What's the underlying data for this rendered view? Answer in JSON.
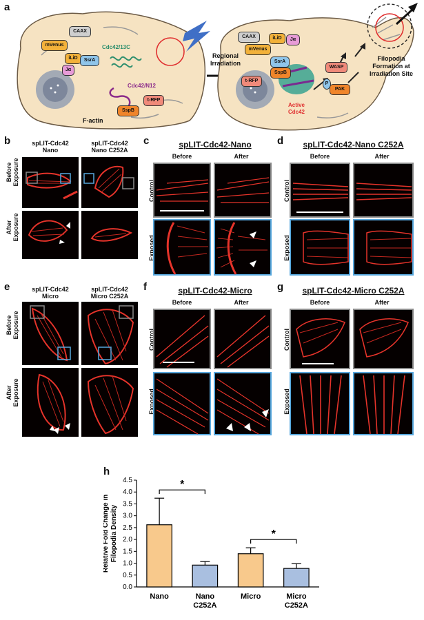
{
  "panels": {
    "a": "a",
    "b": "b",
    "c": "c",
    "d": "d",
    "e": "e",
    "f": "f",
    "g": "g",
    "h": "h"
  },
  "schematic": {
    "left_labels": {
      "caax": "CAAX",
      "mvenus": "mVenus",
      "ilid": "iLiD",
      "ssra": "SsrA",
      "ja": "Jα",
      "cdc42_13c": "Cdc42/13C",
      "cdc42_n12": "Cdc42/N12",
      "trfp": "t-RFP",
      "sspb": "SspB",
      "factin": "F-actin"
    },
    "arrow_label": "Regional\nIrradiation",
    "right_labels": {
      "caax": "CAAX",
      "mvenus": "mVenus",
      "ilid": "iLiD",
      "ja": "Jα",
      "ssra": "SsrA",
      "trfp": "t-RFP",
      "sspb": "SspB",
      "wasp": "WASP",
      "pak": "PAK",
      "p": "P",
      "active": "Active\nCdc42",
      "filopodia": "Filopodia\nFormation at\nIrradiation Site"
    }
  },
  "panel_b": {
    "col1": "spLIT-Cdc42\nNano",
    "col2": "spLIT-Cdc42\nNano C252A",
    "row1": "Before\nExposure",
    "row2": "After\nExposure"
  },
  "panel_c": {
    "title": "spLIT-Cdc42-Nano",
    "col1": "Before",
    "col2": "After",
    "row1": "Control",
    "row2": "Exposed"
  },
  "panel_d": {
    "title": "spLIT-Cdc42-Nano C252A",
    "col1": "Before",
    "col2": "After",
    "row1": "Control",
    "row2": "Exposed"
  },
  "panel_e": {
    "col1": "spLIT-Cdc42\nMicro",
    "col2": "spLIT-Cdc42\nMicro C252A",
    "row1": "Before\nExposure",
    "row2": "After\nExposure"
  },
  "panel_f": {
    "title": "spLIT-Cdc42-Micro",
    "col1": "Before",
    "col2": "After",
    "row1": "Control",
    "row2": "Exposed"
  },
  "panel_g": {
    "title": "spLIT-Cdc42-Micro C252A",
    "col1": "Before",
    "col2": "After",
    "row1": "Control",
    "row2": "Exposed"
  },
  "chart_data": {
    "type": "bar",
    "categories": [
      "Nano",
      "Nano\nC252A",
      "Micro",
      "Micro\nC252A"
    ],
    "values": [
      2.62,
      0.92,
      1.4,
      0.78
    ],
    "errors": [
      1.12,
      0.15,
      0.25,
      0.2
    ],
    "bar_colors": [
      "#f8c98c",
      "#a9bfe0",
      "#f8c98c",
      "#a9bfe0"
    ],
    "ylabel": "Relative Fold Change in\nFilopodia Density",
    "ylim": [
      0,
      4.5
    ],
    "yticks": [
      "0.0",
      "0.5",
      "1.0",
      "1.5",
      "2.0",
      "2.5",
      "3.0",
      "3.5",
      "4.0",
      "4.5"
    ],
    "significance": [
      {
        "from": 0,
        "to": 1,
        "label": "*"
      },
      {
        "from": 2,
        "to": 3,
        "label": "*"
      }
    ]
  }
}
